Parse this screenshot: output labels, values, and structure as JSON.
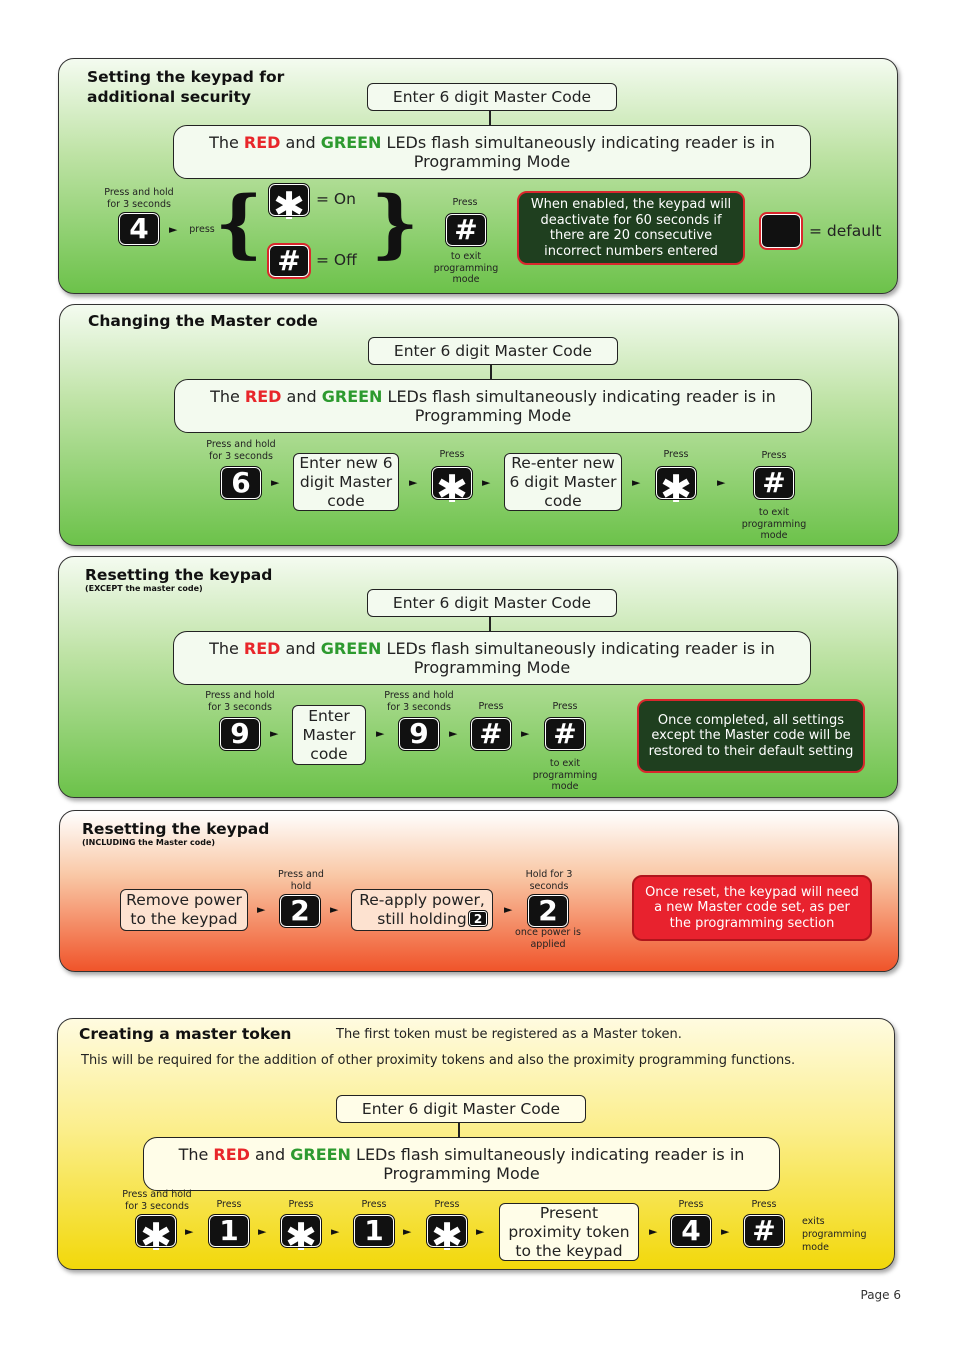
{
  "common": {
    "master_code_label": "Enter 6 digit Master Code",
    "programming_prefix": "The ",
    "red": "RED",
    "and": " and ",
    "green": "GREEN",
    "programming_suffix": " LEDs flash simultaneously indicating reader is in Programming Mode",
    "press": "Press",
    "press_hold_3": "Press and hold for 3 seconds",
    "to_exit": "to exit programming mode",
    "arrow": "►"
  },
  "section1": {
    "title_line1": "Setting the keypad for",
    "title_line2": "additional security",
    "press_lower": "press",
    "key_first": "4",
    "key_star": "✱",
    "key_hash": "#",
    "on_label": "= On",
    "off_label": "= Off",
    "note": "When enabled, the keypad will deactivate for 60 seconds if there are 20 consecutive incorrect numbers entered",
    "default_label": "= default",
    "brace_open": "{",
    "brace_close": "}"
  },
  "section2": {
    "title": "Changing the Master code",
    "key_first": "6",
    "enter_new": "Enter new 6 digit Master code",
    "reenter_new": "Re-enter new 6 digit Master code",
    "key_star": "✱",
    "key_hash": "#"
  },
  "section3": {
    "title": "Resetting the keypad",
    "subtitle": "(EXCEPT the master code)",
    "key_first": "9",
    "enter_master": "Enter Master code",
    "key_second": "9",
    "key_hash": "#",
    "note": "Once completed, all settings except the Master code will be restored to their default setting"
  },
  "section4": {
    "title": "Resetting the keypad",
    "subtitle": "(INCLUDING the Master code)",
    "remove_power": "Remove power to the keypad",
    "press_and_hold": "Press and hold",
    "key": "2",
    "reapply": "Re-apply power, still holding",
    "hold_for_3": "Hold for 3 seconds",
    "once_power": "once power is applied",
    "note": "Once reset, the keypad will need a new Master code set, as per the programming section"
  },
  "section5": {
    "title": "Creating a master token",
    "intro1": "The first token must be registered as a Master token.",
    "intro2": "This will be required for the addition of other proximity tokens and also the proximity programming functions.",
    "present_token": "Present proximity token to the keypad",
    "exits": "exits programming mode",
    "k1": "1",
    "k4": "4",
    "star": "✱",
    "hash": "#"
  },
  "page": "Page  6"
}
